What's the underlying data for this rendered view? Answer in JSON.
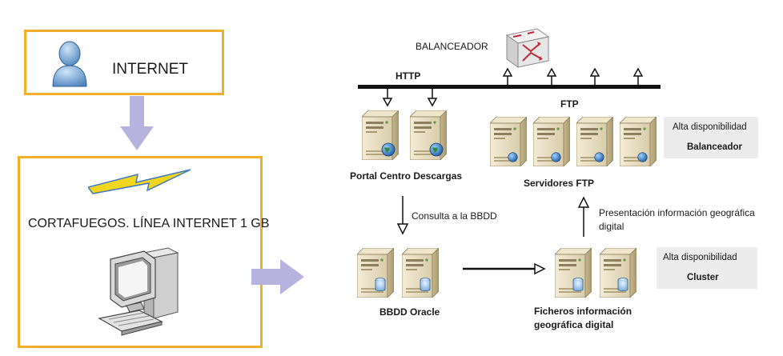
{
  "internet_box": {
    "label": "INTERNET"
  },
  "firewall_box": {
    "label": "CORTAFUEGOS. LÍNEA INTERNET 1 GB"
  },
  "balancer": {
    "label": "BALANCEADOR"
  },
  "bus": {
    "protocol_http": "HTTP",
    "protocol_ftp": "FTP"
  },
  "portal": {
    "label": "Portal Centro Descargas"
  },
  "ftp_servers": {
    "label": "Servidores FTP"
  },
  "db": {
    "label": "BBDD Oracle"
  },
  "files": {
    "label_line1": "Ficheros información",
    "label_line2": "geográfica digital"
  },
  "query_label": "Consulta a la BBDD",
  "presentation_label": {
    "line1": "Presentación información geográfica",
    "line2": "digital"
  },
  "ha_balancer": {
    "title": "Alta disponibilidad",
    "value": "Balanceador"
  },
  "ha_cluster": {
    "title": "Alta disponibilidad",
    "value": "Cluster"
  },
  "colors": {
    "box_border": "#f2b02a",
    "flow_arrow": "#b6b3df",
    "info_bg": "#ececec",
    "bus": "#111111",
    "bolt": "#f2d51d"
  },
  "icons": [
    "user-icon",
    "lightning-icon",
    "workstation-icon",
    "router-icon",
    "server-icon",
    "globe-icon",
    "database-icon"
  ]
}
